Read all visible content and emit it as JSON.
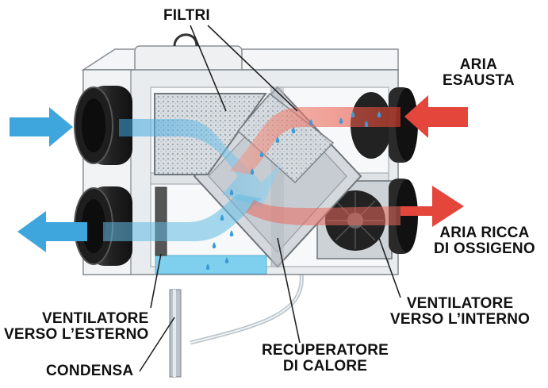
{
  "labels": {
    "filtri": "FILTRI",
    "aria_esausta": [
      "ARIA",
      "ESAUSTA"
    ],
    "aria_ricca": [
      "ARIA RICCA",
      "DI OSSIGENO"
    ],
    "ventilatore_interno": [
      "VENTILATORE",
      "VERSO L’INTERNO"
    ],
    "recuperatore": [
      "RECUPERATORE",
      "DI CALORE"
    ],
    "condensa": "CONDENSA",
    "ventilatore_esterno": [
      "VENTILATORE",
      "VERSO L’ESTERNO"
    ]
  },
  "colors": {
    "cold_air": "#3fa6dd",
    "warm_air": "#e5463c",
    "mixed_air": "#e9a9c0",
    "condensate": "#7fd0ef",
    "unit_body": "#eceef0",
    "label_text": "#111111"
  },
  "icons": {
    "left_arrows": "blue-air-arrow",
    "right_arrows": "red-air-arrow",
    "drops": "water-drop-icon"
  }
}
